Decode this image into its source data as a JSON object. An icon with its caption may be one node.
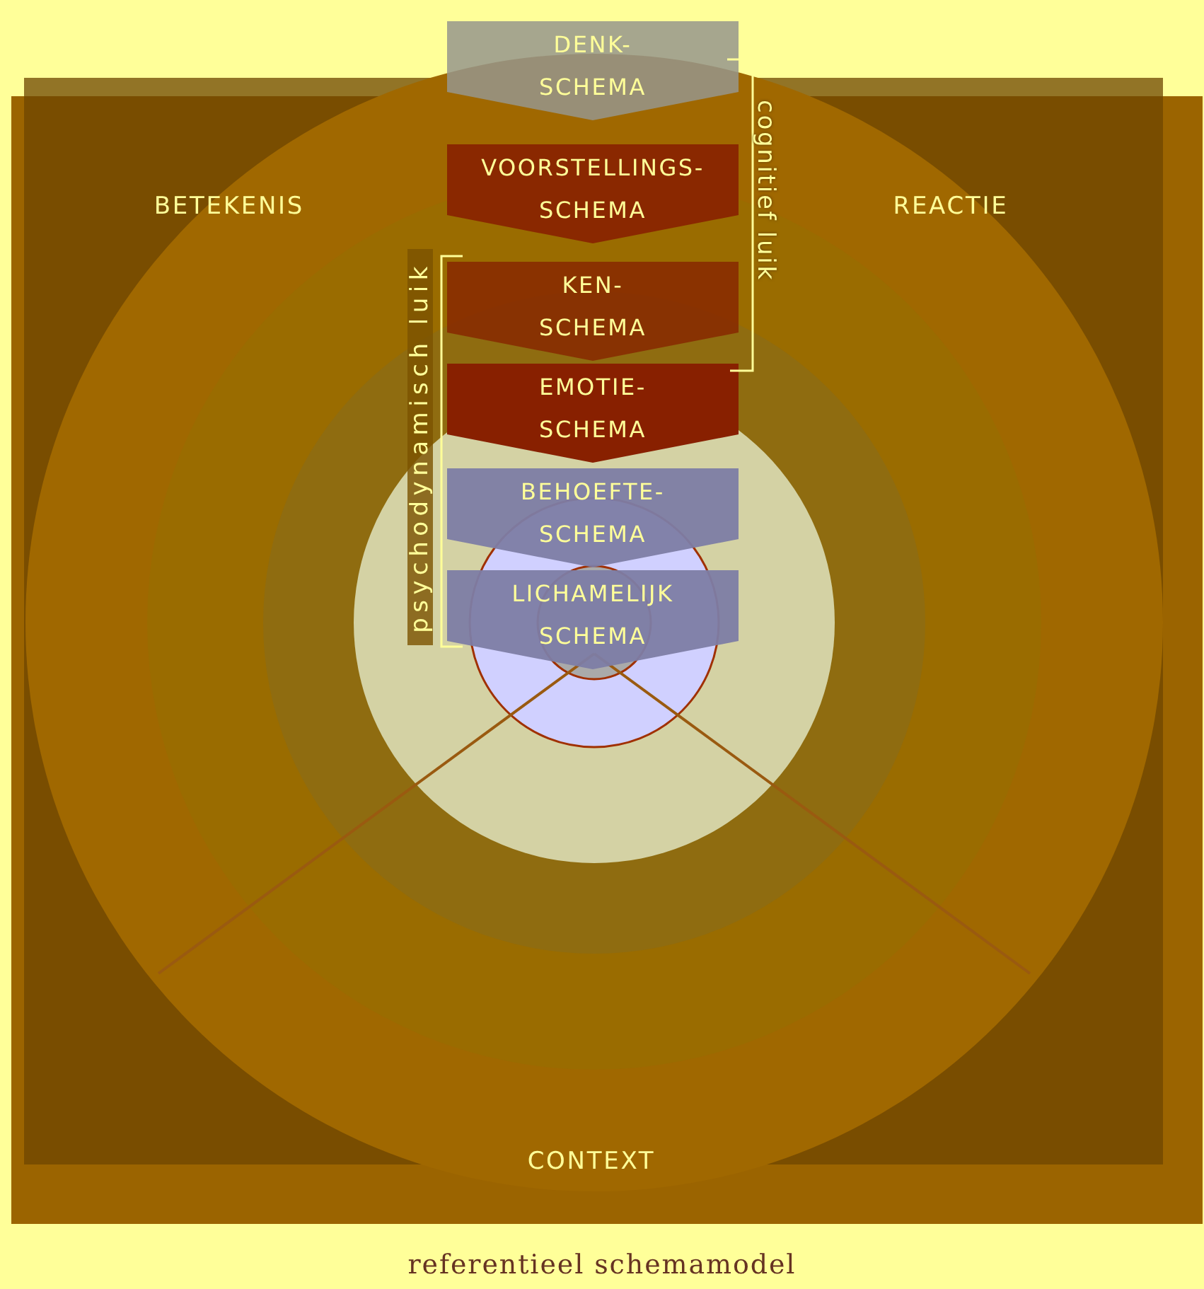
{
  "diagram": {
    "caption": "referentieel schemamodel",
    "nodes": [
      {
        "text": [
          "DENK- SCHEMA"
        ]
      },
      {
        "text": [
          "VOORSTELLINGS- SCHEMA"
        ]
      },
      {
        "text": [
          "KEN- SCHEMA"
        ]
      },
      {
        "text": [
          "EMOTIE- SCHEMA"
        ]
      },
      {
        "text": [
          "BEHOEFTE- SCHEMA"
        ]
      },
      {
        "text": [
          "LICHAMELIJK SCHEMA"
        ]
      }
    ],
    "labels": [
      "BETEKENIS",
      "REACTIE",
      "cognitief luik",
      "psychodynamisch luik",
      "CONTEXT"
    ]
  }
}
